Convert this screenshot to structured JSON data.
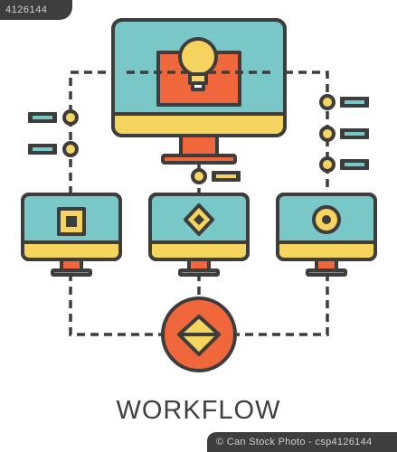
{
  "title": "WORKFLOW",
  "watermark_top": "4126144",
  "watermark_bottom": "© Can Stock Photo - csp4126144",
  "colors": {
    "outline": "#3d3d3d",
    "screen": "#79c7c7",
    "accent": "#f0673b",
    "yellow": "#f6d55f",
    "bulb": "#f5d35e"
  },
  "icons": [
    "lightbulb-icon",
    "square-icon",
    "diamond-icon",
    "circle-icon",
    "triangle-diamond-icon"
  ]
}
